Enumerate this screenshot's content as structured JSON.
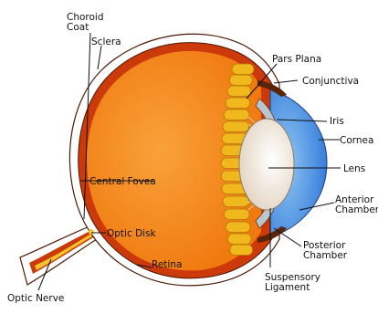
{
  "diagram": {
    "labels": {
      "choroid_coat": "Choroid\nCoat",
      "sclera": "Sclera",
      "pars_plana": "Pars Plana",
      "conjunctiva": "Conjunctiva",
      "iris": "Iris",
      "cornea": "Cornea",
      "lens": "Lens",
      "central_fovea": "Central Fovea",
      "anterior_chamber": "Anterior\nChamber",
      "optic_disk": "Optic Disk",
      "posterior_chamber": "Posterior\nChamber",
      "retina": "Retina",
      "suspensory_ligament": "Suspensory\nLigament",
      "optic_nerve": "Optic Nerve"
    },
    "colors": {
      "vitreous": "#f07a10",
      "vitreous_highlight": "#f9a23a",
      "choroid": "#cc3a0b",
      "sclera": "#ffffff",
      "cornea": "#2a74d8",
      "cornea_light": "#8ec4f2",
      "ciliary": "#f0b81c",
      "lens": "#e4d6c4",
      "iris": "#b9c6cf",
      "optic_nerve": "#f5c52a",
      "outline": "#4a1a05",
      "conjunctiva": "#5a2506"
    }
  }
}
